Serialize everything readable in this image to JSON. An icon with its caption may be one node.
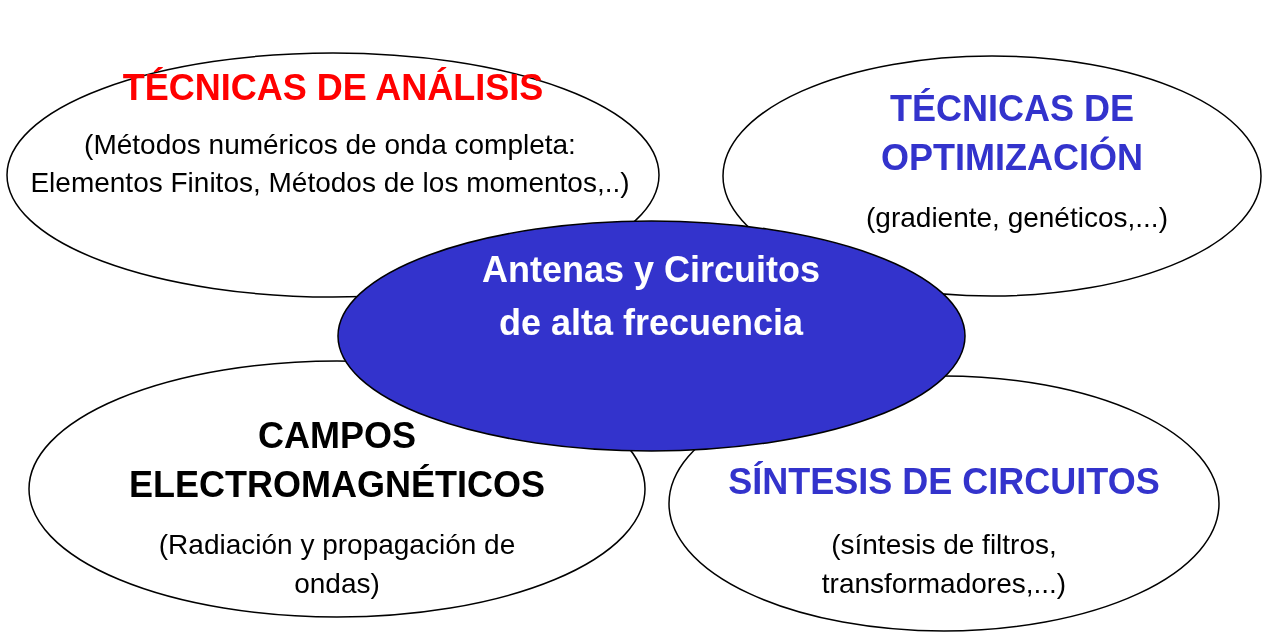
{
  "diagram": {
    "nodes": [
      {
        "text": [
          "TÉCNICAS DE ANÁLISIS",
          "(Métodos numéricos de onda completa: Elementos Finitos, Métodos de los momentos,..)"
        ]
      },
      {
        "text": [
          "TÉCNICAS DE OPTIMIZACIÓN",
          "(gradiente, genéticos,...)"
        ]
      },
      {
        "text": [
          "Antenas y Circuitos de alta frecuencia"
        ]
      },
      {
        "text": [
          "CAMPOS ELECTROMAGNÉTICOS",
          "(Radiación y propagación de ondas)"
        ]
      },
      {
        "text": [
          "SÍNTESIS DE CIRCUITOS",
          "(síntesis de filtros, transformadores,...)"
        ]
      }
    ]
  }
}
